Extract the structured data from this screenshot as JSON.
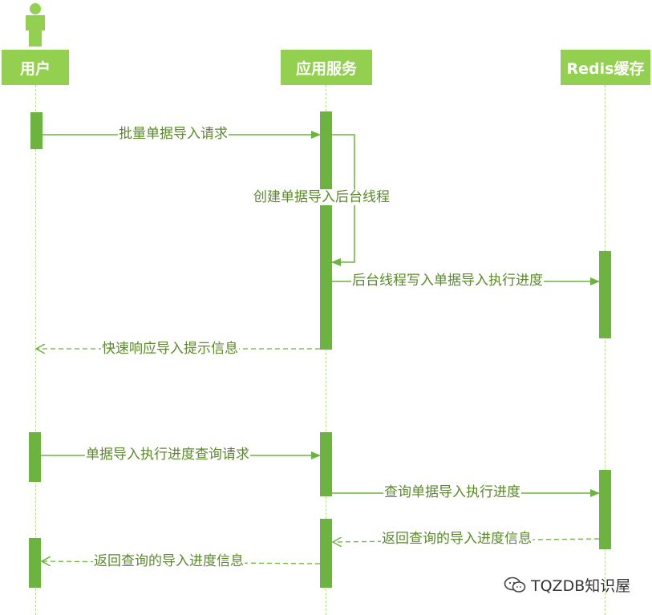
{
  "participants": [
    {
      "id": "user",
      "label": "用户"
    },
    {
      "id": "app",
      "label": "应用服务"
    },
    {
      "id": "redis",
      "label": "Redis缓存"
    }
  ],
  "messages": [
    {
      "from": "user",
      "to": "app",
      "label": "批量单据导入请求",
      "style": "solid"
    },
    {
      "from": "app",
      "to": "app",
      "label": "创建单据导入后台线程",
      "style": "solid"
    },
    {
      "from": "app",
      "to": "redis",
      "label": "后台线程写入单据导入执行进度",
      "style": "solid"
    },
    {
      "from": "app",
      "to": "user",
      "label": "快速响应导入提示信息",
      "style": "dashed"
    },
    {
      "from": "user",
      "to": "app",
      "label": "单据导入执行进度查询请求",
      "style": "solid"
    },
    {
      "from": "app",
      "to": "redis",
      "label": "查询单据导入执行进度",
      "style": "solid"
    },
    {
      "from": "redis",
      "to": "app",
      "label": "返回查询的导入进度信息",
      "style": "dashed"
    },
    {
      "from": "app",
      "to": "user",
      "label": "返回查询的导入进度信息",
      "style": "dashed"
    }
  ],
  "colors": {
    "accent": "#6db33f",
    "header": "#93d050",
    "lifeline": "#b8dc8f"
  },
  "watermark": "TQZDB知识屋"
}
